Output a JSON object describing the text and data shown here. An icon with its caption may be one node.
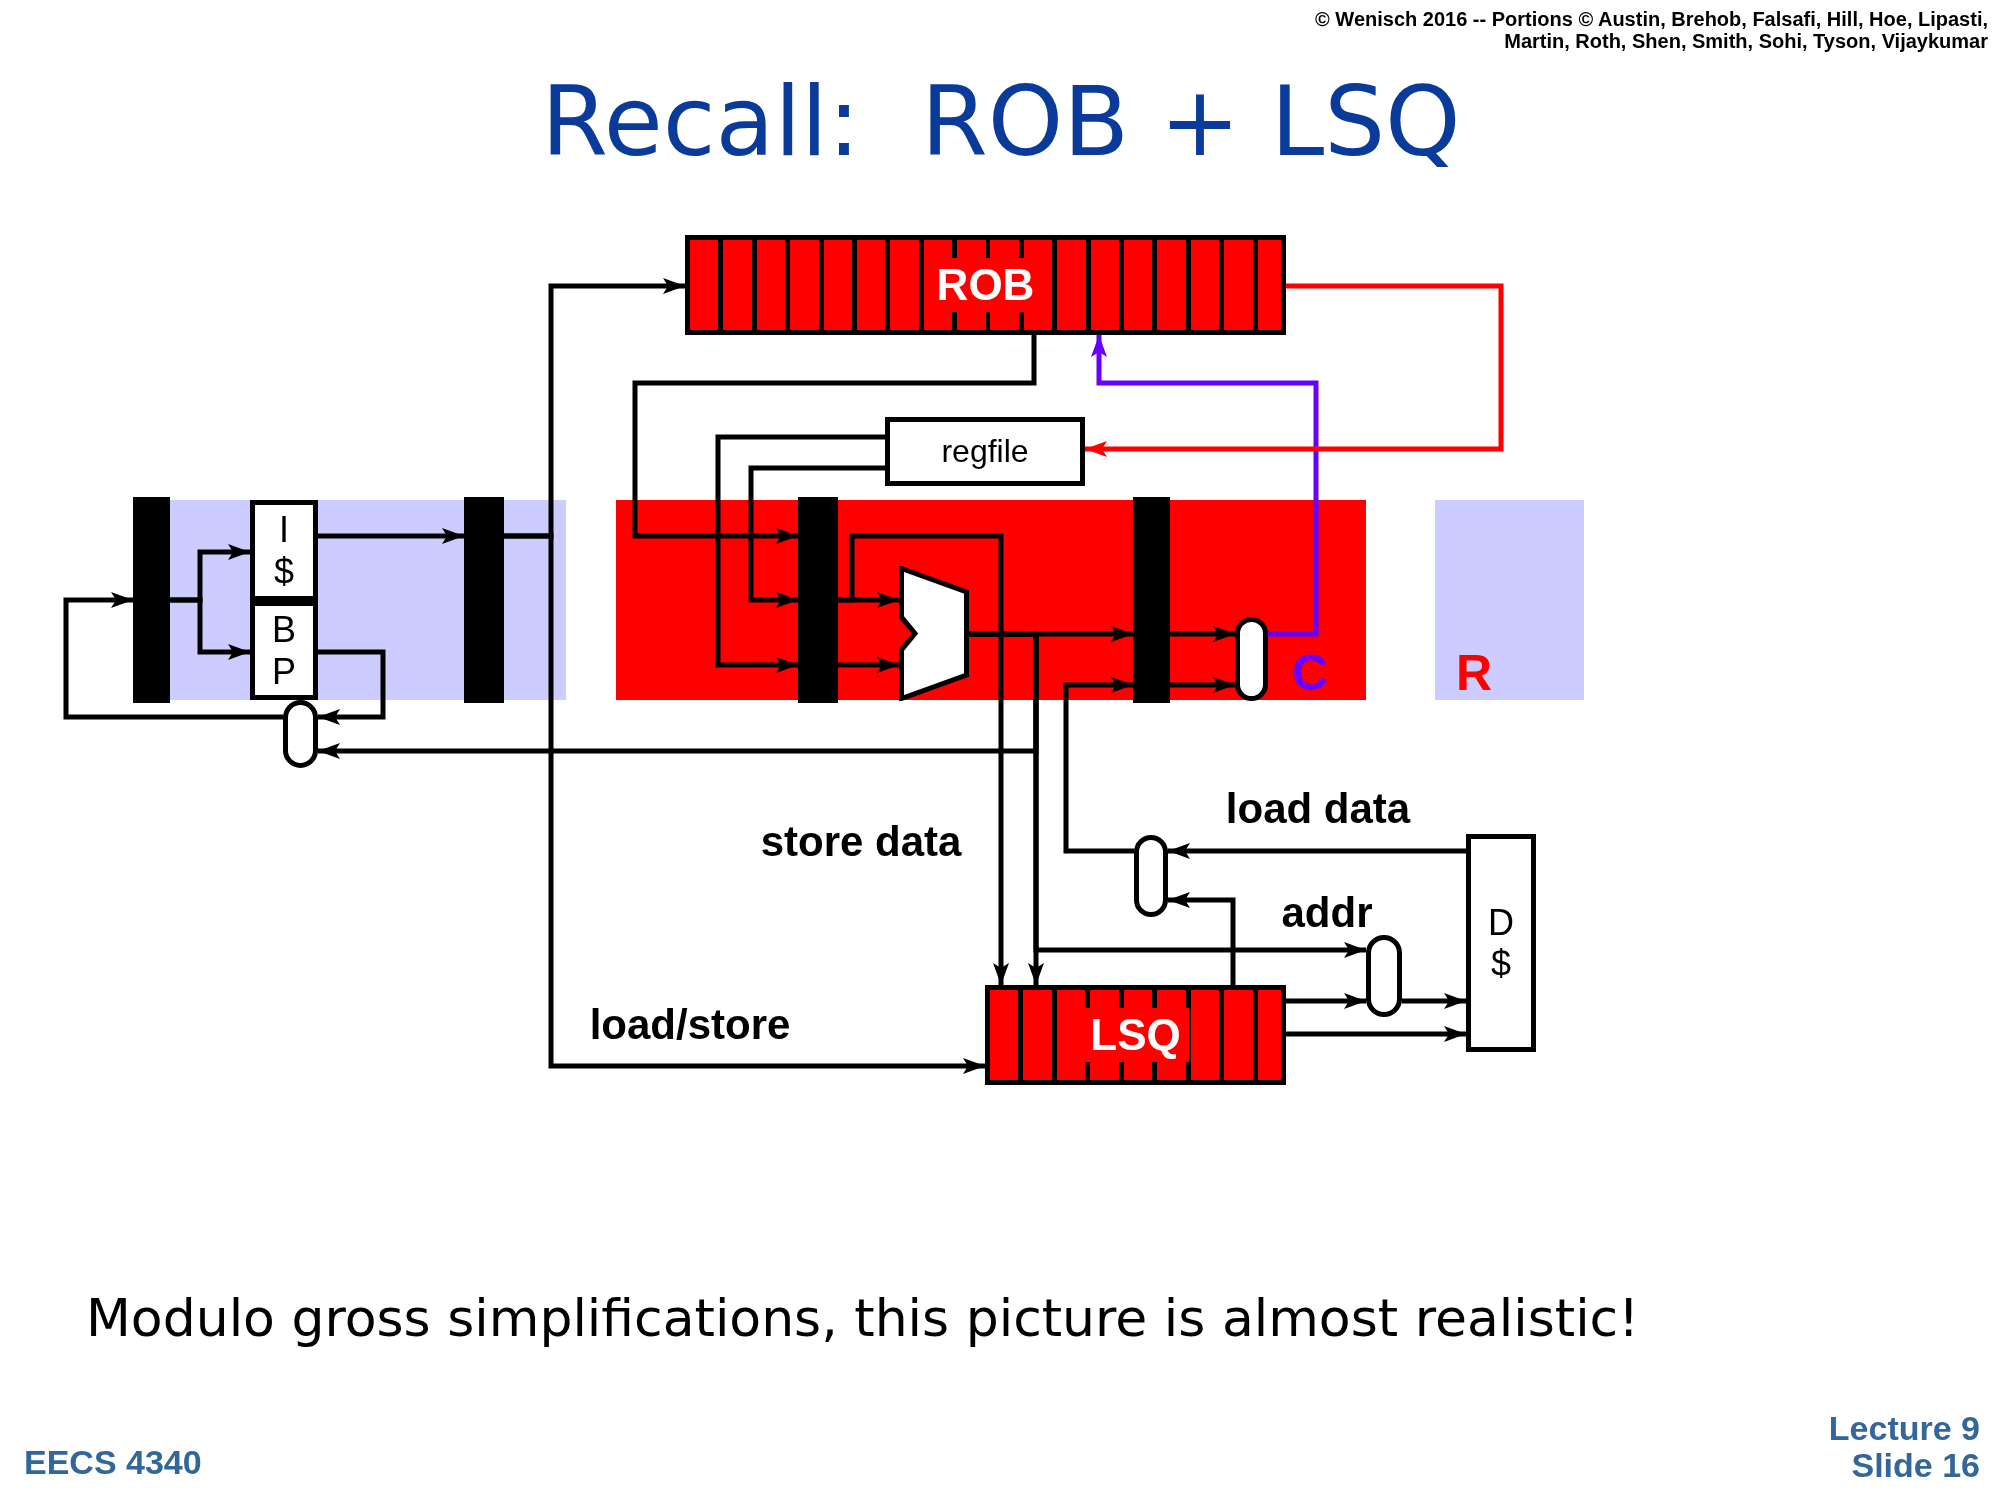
{
  "diagram": {
    "title": "Recall:  ROB + LSQ",
    "caption": "Modulo gross simplifications, this picture is almost realistic!",
    "nodes": [
      {
        "text": [
          "ROB"
        ]
      },
      {
        "text": [
          "regfile"
        ]
      },
      {
        "text": [],
        "shape": "bar"
      },
      {
        "text": [
          "I $"
        ]
      },
      {
        "text": [
          "B P"
        ]
      },
      {
        "text": [],
        "shape": "bar"
      },
      {
        "text": [],
        "shape": "bar"
      },
      {
        "text": [],
        "shape": "trapezoid"
      },
      {
        "text": [],
        "shape": "bar"
      },
      {
        "text": [],
        "shape": "oval"
      },
      {
        "text": [],
        "shape": "oval"
      },
      {
        "text": [],
        "shape": "oval"
      },
      {
        "text": [],
        "shape": "oval"
      },
      {
        "text": [
          "LSQ"
        ]
      },
      {
        "text": [
          "D $"
        ]
      }
    ],
    "edges": [
      {
        "from": 2,
        "to": 3,
        "arrow": "to"
      },
      {
        "from": 2,
        "to": 4,
        "arrow": "to"
      },
      {
        "from": 3,
        "to": 5,
        "arrow": "to"
      },
      {
        "from": 4,
        "to": 10,
        "arrow": "to"
      },
      {
        "from": 10,
        "to": 2,
        "arrow": "to"
      },
      {
        "from": 5,
        "to": 0,
        "arrow": "to"
      },
      {
        "from": 5,
        "to": 13,
        "arrow": "to",
        "label": "load/store"
      },
      {
        "from": 0,
        "to": 6,
        "arrow": "to"
      },
      {
        "from": 1,
        "to": 6,
        "arrow": "to"
      },
      {
        "from": 1,
        "to": 6,
        "arrow": "to"
      },
      {
        "from": 6,
        "to": 7,
        "arrow": "to"
      },
      {
        "from": 6,
        "to": 7,
        "arrow": "to"
      },
      {
        "from": 6,
        "to": 13,
        "arrow": "to",
        "label": "store data"
      },
      {
        "from": 7,
        "to": 8,
        "arrow": "to"
      },
      {
        "from": 7,
        "to": 13,
        "arrow": "to"
      },
      {
        "from": 7,
        "to": 10,
        "arrow": "to"
      },
      {
        "from": 7,
        "to": 12,
        "arrow": "to",
        "label": "addr"
      },
      {
        "from": 8,
        "to": 9,
        "arrow": "to"
      },
      {
        "from": 8,
        "to": 9,
        "arrow": "to"
      },
      {
        "from": 9,
        "to": 0,
        "arrow": "to",
        "color": "#6600ff"
      },
      {
        "from": 0,
        "to": 1,
        "arrow": "to",
        "color": "#ff0000"
      },
      {
        "from": 11,
        "to": 8,
        "arrow": "to"
      },
      {
        "from": 14,
        "to": 11,
        "arrow": "to",
        "label": "load data"
      },
      {
        "from": 13,
        "to": 11,
        "arrow": "to"
      },
      {
        "from": 13,
        "to": 12,
        "arrow": "to"
      },
      {
        "from": 12,
        "to": 14,
        "arrow": "to"
      },
      {
        "from": 13,
        "to": 14,
        "arrow": "to"
      }
    ],
    "labels": [
      "© Wenisch 2016 -- Portions © Austin, Brehob, Falsafi, Hill, Hoe, Lipasti, Martin, Roth, Shen, Smith, Sohi, Tyson, Vijaykumar",
      "C",
      "R",
      "EECS 4340",
      "Lecture 9 Slide 16"
    ]
  }
}
